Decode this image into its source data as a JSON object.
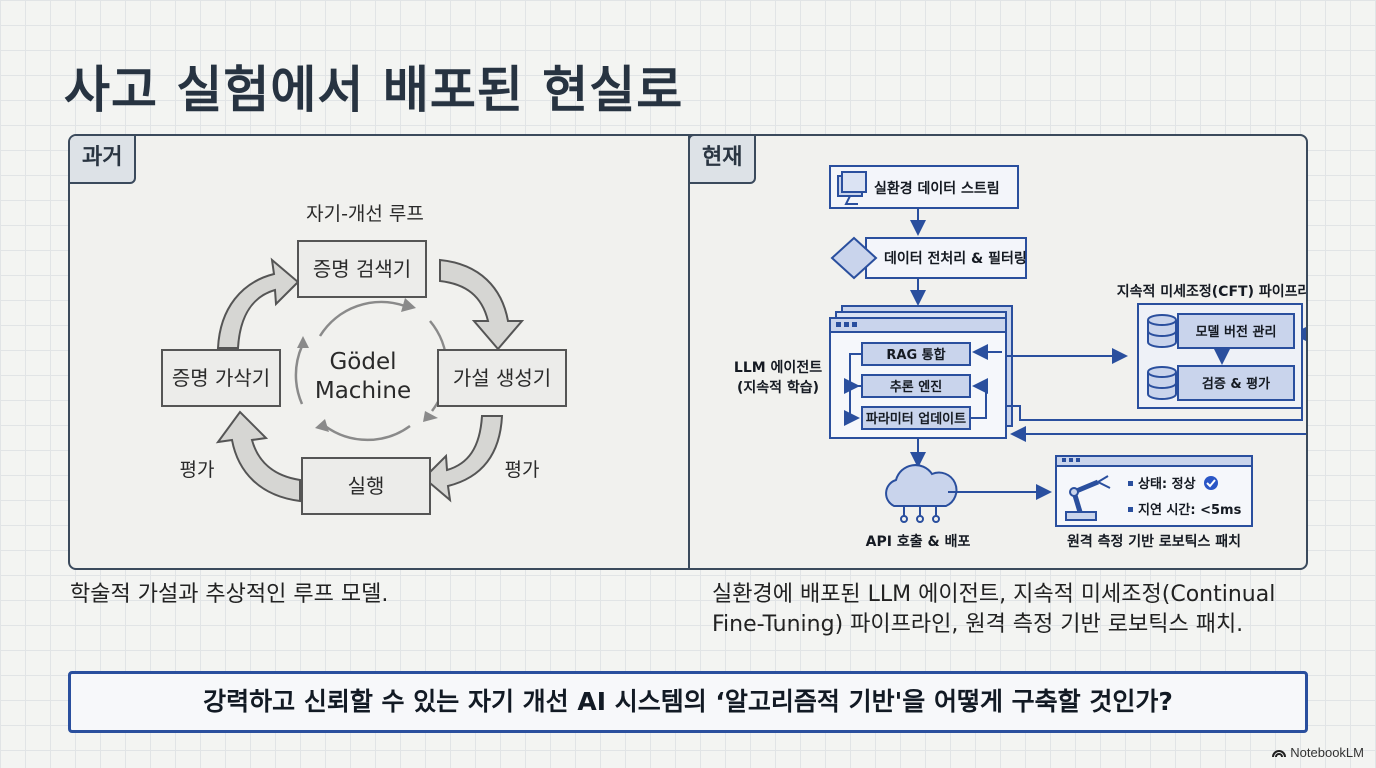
{
  "title": "사고 실험에서 배포된 현실로",
  "past": {
    "tab": "과거",
    "loop_title": "자기-개선 루프",
    "center_line1": "Gödel",
    "center_line2": "Machine",
    "nodes": {
      "top": "증명 검색기",
      "right": "가설 생성기",
      "bottom": "실행",
      "left": "증명 가삭기"
    },
    "eval_left": "평가",
    "eval_right": "평가",
    "caption": "학술적 가설과 추상적인 루프 모델."
  },
  "present": {
    "tab": "현재",
    "data_stream": "실환경 데이터 스트림",
    "preprocess": "데이터 전처리 & 필터링",
    "agent_line1": "LLM 에이전트",
    "agent_line2": "(지속적 학습)",
    "modules": [
      "RAG 통합",
      "추론 엔진",
      "파라미터 업데이트"
    ],
    "cft_title": "지속적 미세조정(CFT) 파이프라인",
    "cft_items": [
      "모델 버전 관리",
      "검증 & 평가"
    ],
    "api": "API 호출 & 배포",
    "robot_status": "상태: 정상",
    "robot_latency": "지연 시간: <5ms",
    "robot_caption": "원격 측정 기반 로보틱스 패치",
    "caption_line1": "실환경에 배포된 LLM 에이전트, 지속적 미세조정(Continual",
    "caption_line2": "Fine-Tuning) 파이프라인, 원격 측정 기반 로보틱스 패치."
  },
  "question": "강력하고 신뢰할 수 있는 자기 개선 AI 시스템의 ‘알고리즘적 기반'을 어떻게 구축할 것인가?",
  "brand": "NotebookLM",
  "colors": {
    "accent_blue": "#2a4f9e",
    "box_fill": "#c9d4ec",
    "frame": "#3b4a5c",
    "status_ok": "#2a56c6"
  },
  "icons": [
    "monitor-icon",
    "diamond-icon",
    "database-icon",
    "cloud-icon",
    "robot-arm-icon",
    "check-icon"
  ]
}
